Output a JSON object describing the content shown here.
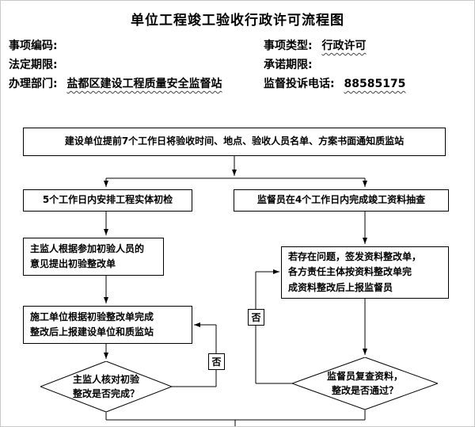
{
  "title": "单位工程竣工验收行政许可流程图",
  "colors": {
    "line": "#000000",
    "background": "#ffffff",
    "wavy_underline": "#444444"
  },
  "header": {
    "item_code_label": "事项编码:",
    "item_type_label": "事项类型:",
    "item_type_value": "行政许可",
    "legal_period_label": "法定期限:",
    "promise_period_label": "承诺期限:",
    "department_label": "办理部门:",
    "department_value": "盐都区建设工程质量安全监督站",
    "phone_label": "监督投诉电话:",
    "phone_value": "88585175"
  },
  "flowchart": {
    "start": "建设单位提前7个工作日将验收时间、地点、验收人员名单、方案书面通知质监站",
    "left": {
      "step1": "5个工作日内安排工程实体初检",
      "step2": "主监人根据参加初验人员的\n意见提出初验整改单",
      "step3": "施工单位根据初验整改单完成\n整改后上报建设单位和质监站",
      "decision": "主监人核对初验\n整改是否完成？",
      "no_label": "否"
    },
    "right": {
      "step1": "监督员在4个工作日内完成竣工资料抽查",
      "step2": "若存在问题，签发资料整改单，\n各方责任主体按资料整改单完\n成资料整改后上报监督员",
      "decision": "监督员复查资料，\n整改是否通过？",
      "no_label": "否"
    }
  }
}
